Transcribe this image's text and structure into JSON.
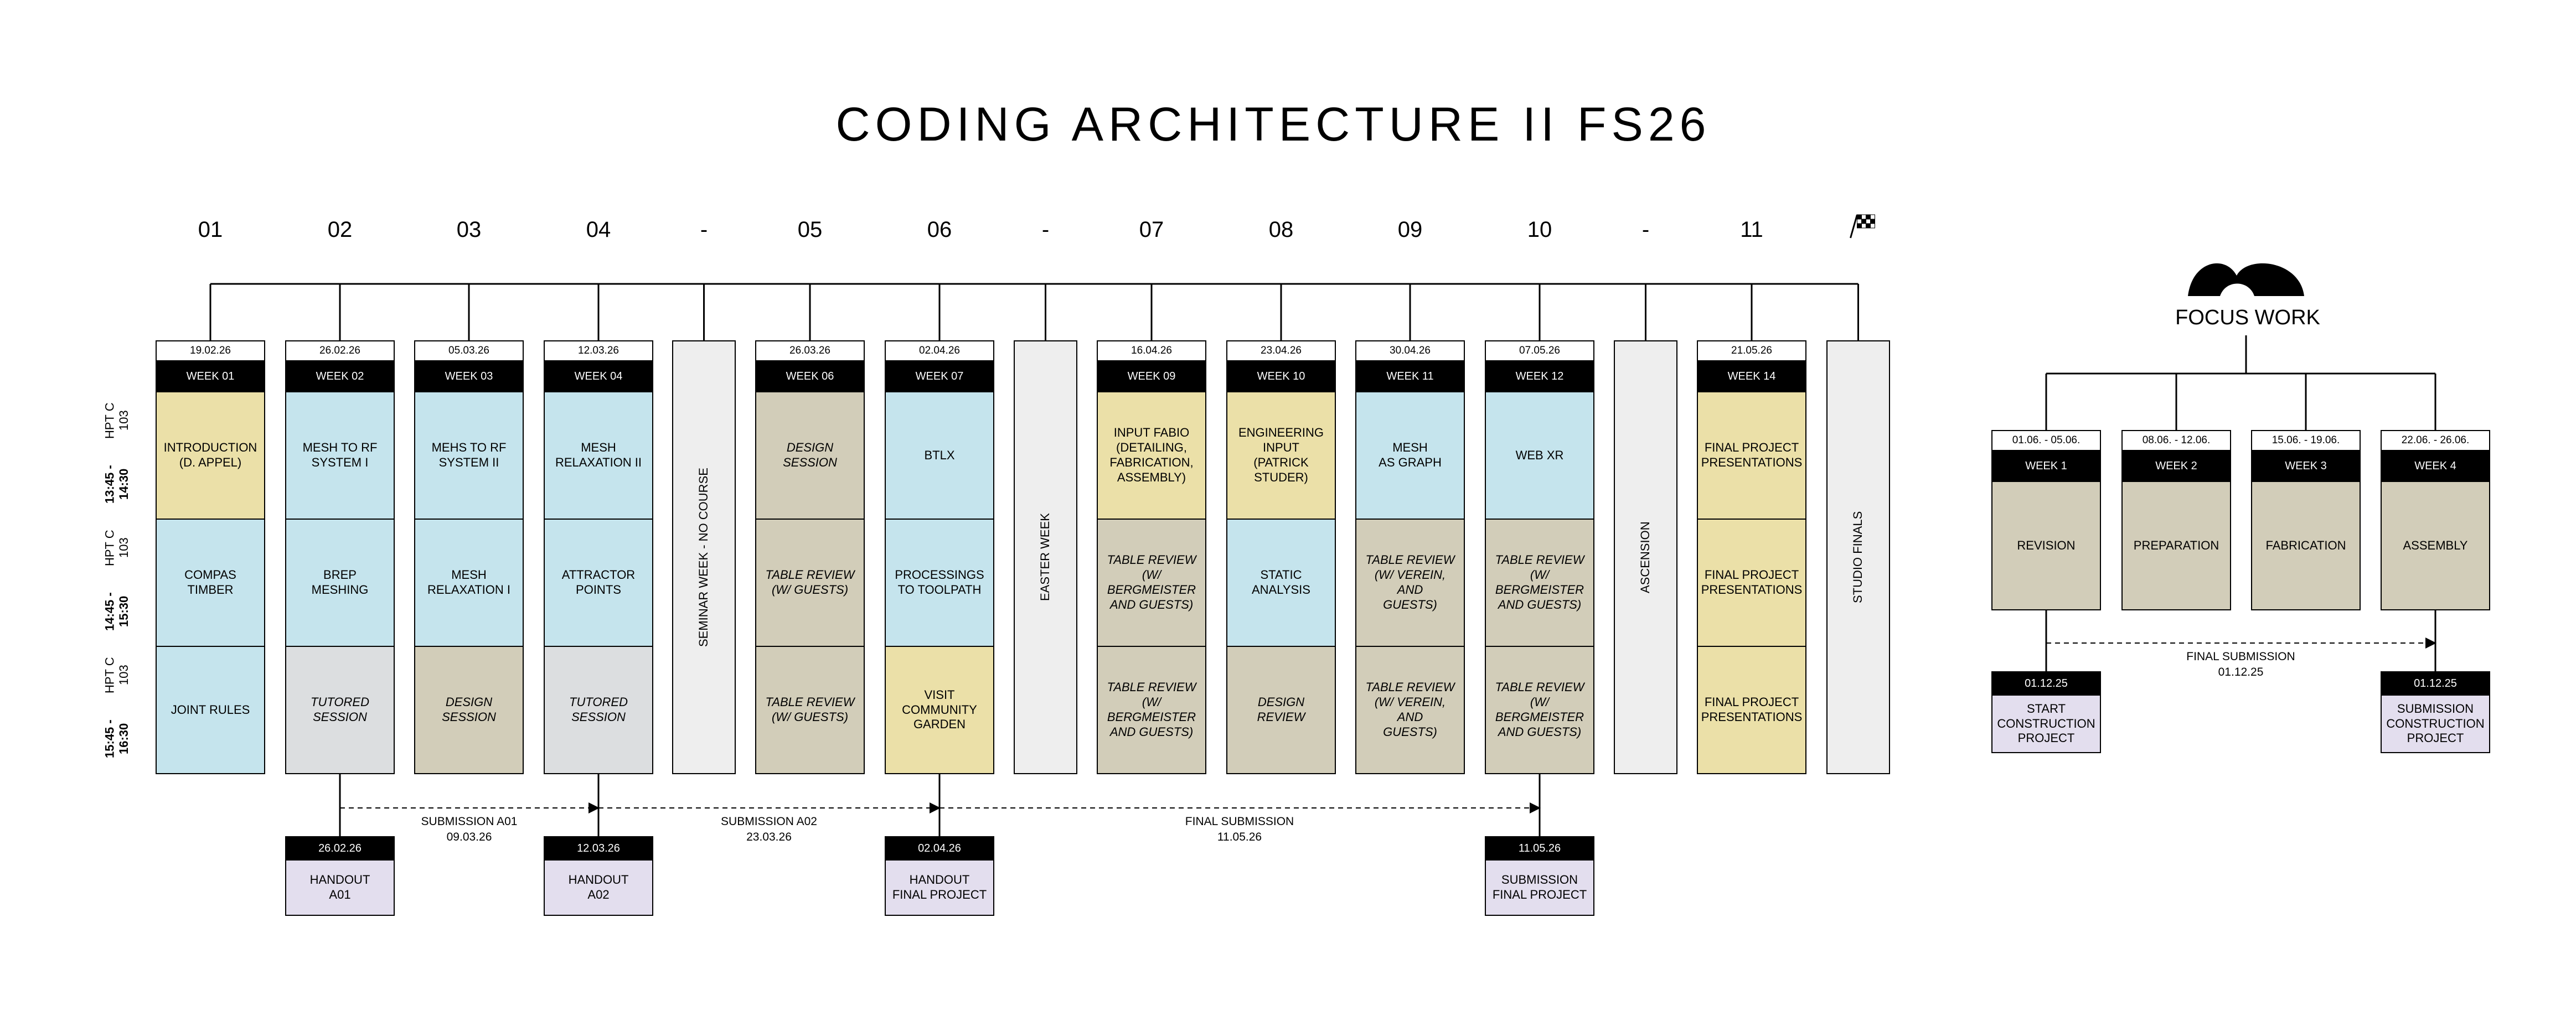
{
  "title": "CODING ARCHITECTURE II FS26",
  "time_rows": [
    {
      "time": "13:45 - 14:30",
      "room": "HPT C 103"
    },
    {
      "time": "14:45 - 15:30",
      "room": "HPT C 103"
    },
    {
      "time": "15:45 - 16:30",
      "room": "HPT C 103"
    }
  ],
  "colors": {
    "yellow": "#ebe0a8",
    "blue": "#c5e4ed",
    "grey": "#dcdee0",
    "khaki": "#d2cdb9",
    "break": "#eeeeee",
    "lilac": "#e3deee",
    "black": "#000000"
  },
  "columns": [
    {
      "num": "01",
      "date": "19.02.26",
      "week": "WEEK 01",
      "cells": [
        {
          "text": "INTRODUCTION\n(D. APPEL)",
          "color": "yellow",
          "italic": false
        },
        {
          "text": "COMPAS\nTIMBER",
          "color": "blue",
          "italic": false
        },
        {
          "text": "JOINT RULES",
          "color": "blue",
          "italic": false
        }
      ]
    },
    {
      "num": "02",
      "date": "26.02.26",
      "week": "WEEK 02",
      "cells": [
        {
          "text": "MESH TO RF\nSYSTEM I",
          "color": "blue",
          "italic": false
        },
        {
          "text": "BREP\nMESHING",
          "color": "blue",
          "italic": false
        },
        {
          "text": "TUTORED\nSESSION",
          "color": "grey",
          "italic": true
        }
      ]
    },
    {
      "num": "03",
      "date": "05.03.26",
      "week": "WEEK 03",
      "cells": [
        {
          "text": "MEHS TO RF\nSYSTEM II",
          "color": "blue",
          "italic": false
        },
        {
          "text": "MESH\nRELAXATION I",
          "color": "blue",
          "italic": false
        },
        {
          "text": "DESIGN\nSESSION",
          "color": "khaki",
          "italic": true
        }
      ]
    },
    {
      "num": "04",
      "date": "12.03.26",
      "week": "WEEK 04",
      "cells": [
        {
          "text": "MESH\nRELAXATION II",
          "color": "blue",
          "italic": false
        },
        {
          "text": "ATTRACTOR\nPOINTS",
          "color": "blue",
          "italic": false
        },
        {
          "text": "TUTORED\nSESSION",
          "color": "grey",
          "italic": true
        }
      ]
    },
    {
      "num": "-",
      "break": "SEMINAR WEEK - NO COURSE"
    },
    {
      "num": "05",
      "date": "26.03.26",
      "week": "WEEK 06",
      "cells": [
        {
          "text": "DESIGN\nSESSION",
          "color": "khaki",
          "italic": true
        },
        {
          "text": "TABLE REVIEW\n(W/ GUESTS)",
          "color": "khaki",
          "italic": true
        },
        {
          "text": "TABLE REVIEW\n(W/ GUESTS)",
          "color": "khaki",
          "italic": true
        }
      ]
    },
    {
      "num": "06",
      "date": "02.04.26",
      "week": "WEEK 07",
      "cells": [
        {
          "text": "BTLX",
          "color": "blue",
          "italic": false
        },
        {
          "text": "PROCESSINGS\nTO TOOLPATH",
          "color": "blue",
          "italic": false
        },
        {
          "text": "VISIT COMMUNITY\nGARDEN",
          "color": "yellow",
          "italic": false
        }
      ]
    },
    {
      "num": "-",
      "break": "EASTER WEEK"
    },
    {
      "num": "07",
      "date": "16.04.26",
      "week": "WEEK 09",
      "cells": [
        {
          "text": "INPUT FABIO\n(DETAILING,\nFABRICATION,\nASSEMBLY)",
          "color": "yellow",
          "italic": false
        },
        {
          "text": "TABLE REVIEW\n(W/ BERGMEISTER\nAND GUESTS)",
          "color": "khaki",
          "italic": true
        },
        {
          "text": "TABLE REVIEW\n(W/ BERGMEISTER\nAND GUESTS)",
          "color": "khaki",
          "italic": true
        }
      ]
    },
    {
      "num": "08",
      "date": "23.04.26",
      "week": "WEEK 10",
      "cells": [
        {
          "text": "ENGINEERING\nINPUT\n(PATRICK STUDER)",
          "color": "yellow",
          "italic": false
        },
        {
          "text": "STATIC\nANALYSIS",
          "color": "blue",
          "italic": false
        },
        {
          "text": "DESIGN\nREVIEW",
          "color": "khaki",
          "italic": true
        }
      ]
    },
    {
      "num": "09",
      "date": "30.04.26",
      "week": "WEEK 11",
      "cells": [
        {
          "text": "MESH\nAS GRAPH",
          "color": "blue",
          "italic": false
        },
        {
          "text": "TABLE REVIEW\n(W/ VEREIN, AND\nGUESTS)",
          "color": "khaki",
          "italic": true
        },
        {
          "text": "TABLE REVIEW\n(W/ VEREIN, AND\nGUESTS)",
          "color": "khaki",
          "italic": true
        }
      ]
    },
    {
      "num": "10",
      "date": "07.05.26",
      "week": "WEEK 12",
      "cells": [
        {
          "text": "WEB XR",
          "color": "blue",
          "italic": false
        },
        {
          "text": "TABLE REVIEW\n(W/ BERGMEISTER\nAND GUESTS)",
          "color": "khaki",
          "italic": true
        },
        {
          "text": "TABLE REVIEW\n(W/ BERGMEISTER\nAND GUESTS)",
          "color": "khaki",
          "italic": true
        }
      ]
    },
    {
      "num": "-",
      "break": "ASCENSION"
    },
    {
      "num": "11",
      "date": "21.05.26",
      "week": "WEEK 14",
      "cells": [
        {
          "text": "FINAL PROJECT\nPRESENTATIONS",
          "color": "yellow",
          "italic": false
        },
        {
          "text": "FINAL PROJECT\nPRESENTATIONS",
          "color": "yellow",
          "italic": false
        },
        {
          "text": "FINAL PROJECT\nPRESENTATIONS",
          "color": "yellow",
          "italic": false
        }
      ]
    },
    {
      "num": "flag-icon",
      "break": "STUDIO FINALS"
    }
  ],
  "submissions": [
    {
      "label": "SUBMISSION A01",
      "date": "09.03.26"
    },
    {
      "label": "SUBMISSION A02",
      "date": "23.03.26"
    },
    {
      "label": "FINAL SUBMISSION",
      "date": "11.05.26"
    }
  ],
  "handouts": [
    {
      "date": "26.02.26",
      "text": "HANDOUT\nA01"
    },
    {
      "date": "12.03.26",
      "text": "HANDOUT\nA02"
    },
    {
      "date": "02.04.26",
      "text": "HANDOUT\nFINAL PROJECT"
    },
    {
      "date": "11.05.26",
      "text": "SUBMISSION\nFINAL PROJECT"
    }
  ],
  "focus": {
    "title": "FOCUS WORK",
    "logo_icon": "arch-logo-icon",
    "weeks": [
      {
        "date": "01.06. - 05.06.",
        "week": "WEEK 1",
        "text": "REVISION"
      },
      {
        "date": "08.06. - 12.06.",
        "week": "WEEK 2",
        "text": "PREPARATION"
      },
      {
        "date": "15.06. - 19.06.",
        "week": "WEEK 3",
        "text": "FABRICATION"
      },
      {
        "date": "22.06. - 26.06.",
        "week": "WEEK 4",
        "text": "ASSEMBLY"
      }
    ],
    "submission": {
      "label": "FINAL SUBMISSION",
      "date": "01.12.25"
    },
    "milestones": [
      {
        "date": "01.12.25",
        "text": "START\nCONSTRUCTION\nPROJECT"
      },
      {
        "date": "01.12.25",
        "text": "SUBMISSION\nCONSTRUCTION\nPROJECT"
      }
    ]
  }
}
